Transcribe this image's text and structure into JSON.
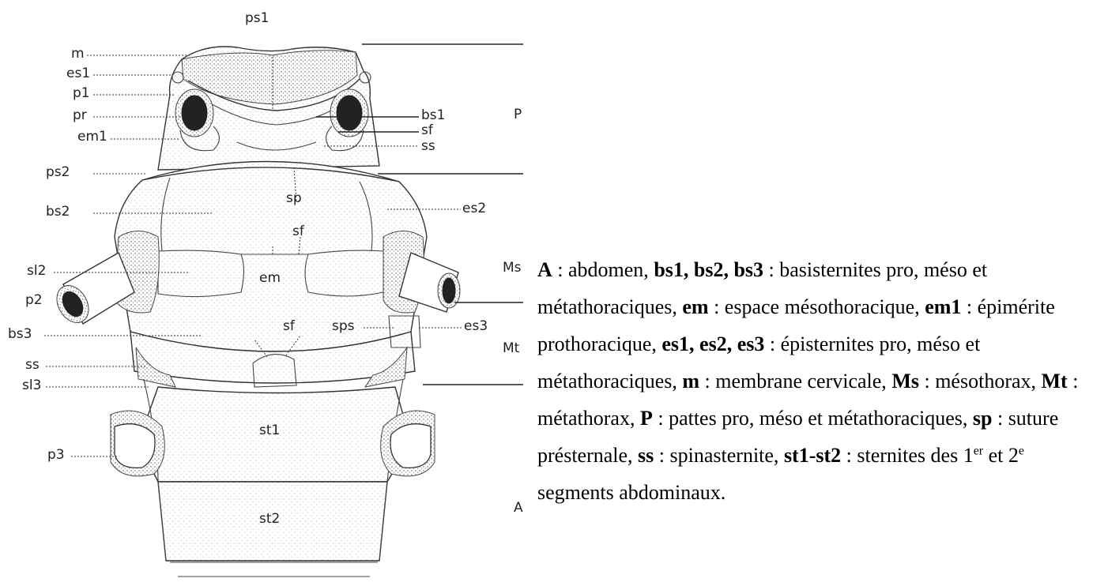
{
  "figure": {
    "labels": {
      "ps1": "ps1",
      "m": "m",
      "es1": "es1",
      "p1": "p1",
      "pr": "pr",
      "em1": "em1",
      "ps2": "ps2",
      "bs2": "bs2",
      "sl2": "sl2",
      "p2": "p2",
      "bs3": "bs3",
      "ss_left": "ss",
      "sl3": "sl3",
      "p3": "p3",
      "bs1": "bs1",
      "sf_top": "sf",
      "ss_top": "ss",
      "sp": "sp",
      "sf_mid": "sf",
      "em": "em",
      "es2": "es2",
      "sps": "sps",
      "sf_low": "sf",
      "es3": "es3",
      "st1": "st1",
      "st2": "st2"
    },
    "regions": {
      "P": "P",
      "Ms": "Ms",
      "Mt": "Mt",
      "A": "A"
    }
  },
  "legend": [
    {
      "term": "A",
      "desc": " : abdomen, "
    },
    {
      "term": "bs1, bs2, bs3",
      "desc": " : basisternites pro, méso et métathoraciques, "
    },
    {
      "term": "em",
      "desc": " : espace mésothoracique, "
    },
    {
      "term": "em1",
      "desc": " : épimérite prothoracique, "
    },
    {
      "term": "es1, es2, es3",
      "desc": " : épisternites pro, méso et métathoraciques, "
    },
    {
      "term": "m",
      "desc": " : membrane cervicale, "
    },
    {
      "term": "Ms",
      "desc": " : mésothorax, "
    },
    {
      "term": "Mt",
      "desc": " : métathorax, "
    },
    {
      "term": "P",
      "desc": " : pattes pro, méso et métathoraciques, "
    },
    {
      "term": "sp",
      "desc": " : suture présternale, "
    },
    {
      "term": "ss",
      "desc": " : spinasternite, "
    },
    {
      "term": "st1-st2",
      "desc": " : sternites des "
    }
  ],
  "legend_tail": {
    "first_num": "1",
    "first_sup": "er",
    "middle": " et 2",
    "second_sup": "e",
    "end": " segments abdominaux."
  }
}
